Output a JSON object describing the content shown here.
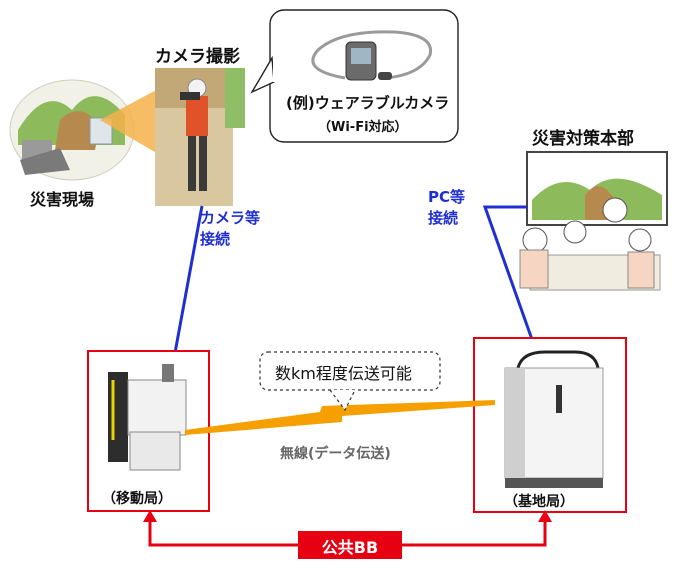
{
  "camera": {
    "title": "カメラ撮影",
    "example_label": "(例)ウェアラブルカメラ",
    "example_sub": "（Wi-Fi対応）",
    "connect_line1": "カメラ等",
    "connect_line2": "接続"
  },
  "site": {
    "label": "災害現場"
  },
  "hq": {
    "title": "災害対策本部",
    "connect_line1": "PC等",
    "connect_line2": "接続"
  },
  "wireless": {
    "range_callout": "数km程度伝送可能",
    "label": "無線(データ伝送)"
  },
  "stations": {
    "mobile": "（移動局）",
    "base": "（基地局）"
  },
  "public_bb": {
    "label": "公共BB"
  },
  "colors": {
    "blue_line": "#1f2fd1",
    "red": "#e60012",
    "orange": "#f5a000"
  }
}
